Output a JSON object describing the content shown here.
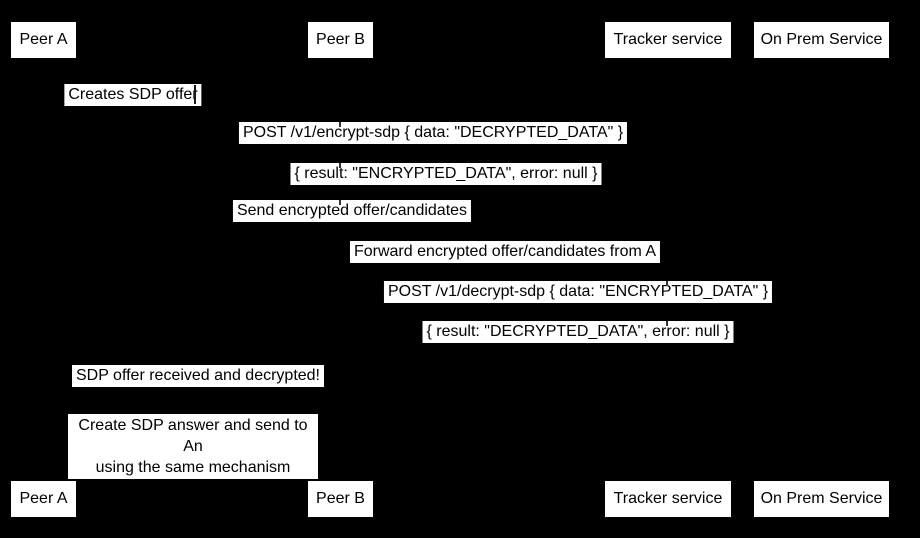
{
  "diagram_type": "sequence-diagram",
  "colors": {
    "background": "#000000",
    "box_fill": "#ffffff",
    "box_text": "#000000"
  },
  "actors": [
    {
      "name": "Peer A"
    },
    {
      "name": "Peer B"
    },
    {
      "name": "Tracker service"
    },
    {
      "name": "On Prem Service"
    }
  ],
  "messages": [
    {
      "text": "Creates SDP offer"
    },
    {
      "text": "POST /v1/encrypt-sdp { data: \"DECRYPTED_DATA\" }"
    },
    {
      "text": "{ result: \"ENCRYPTED_DATA\", error: null }"
    },
    {
      "text": "Send encrypted offer/candidates"
    },
    {
      "text": "Forward encrypted offer/candidates from A"
    },
    {
      "text": "POST /v1/decrypt-sdp { data: \"ENCRYPTED_DATA\" }"
    },
    {
      "text": "{ result: \"DECRYPTED_DATA\", error: null }"
    },
    {
      "text": "SDP offer received and decrypted!"
    }
  ],
  "note": {
    "line1": "Create SDP answer and send to An",
    "line2": "using the same mechanism"
  }
}
